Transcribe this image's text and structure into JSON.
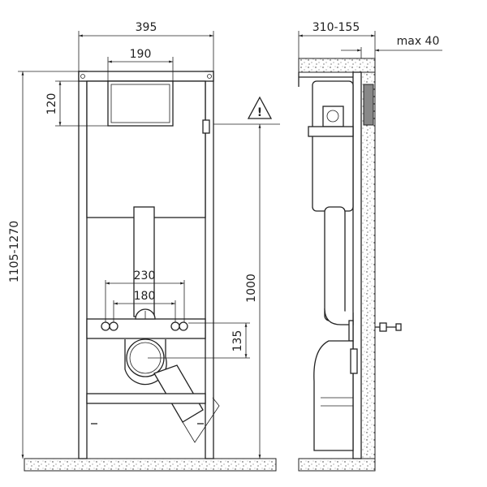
{
  "front_view": {
    "width_label": "395",
    "plate_width_label": "190",
    "plate_height_label": "120",
    "total_height_label": "1105-1270",
    "warning_icon_label": "!",
    "flush_height_label": "1000",
    "stud_outer_label": "230",
    "stud_inner_label": "180",
    "drain_offset_label": "135"
  },
  "side_view": {
    "depth_label": "310-155",
    "wall_label": "max 40"
  },
  "colors": {
    "line": "#222222",
    "background": "#ffffff"
  }
}
